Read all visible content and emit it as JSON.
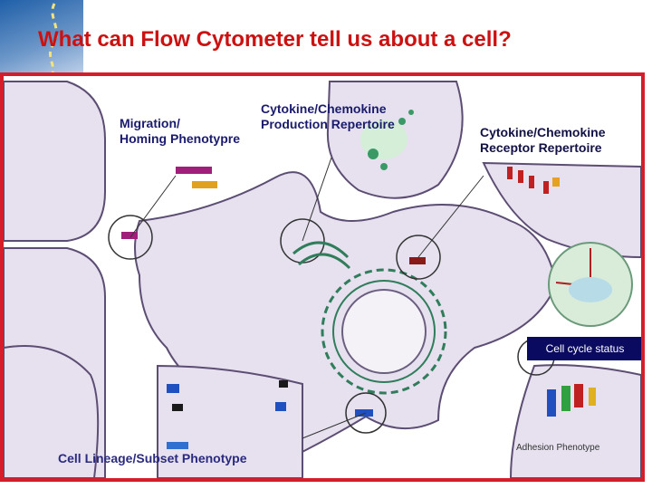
{
  "slide": {
    "title": "What can Flow Cytometer tell us about a cell?"
  },
  "diagram": {
    "labels": {
      "migration": "Migration/\nHoming Phenotypre",
      "cytokine_production": "Cytokine/Chemokine\nProduction Repertoire",
      "receptor_repertoire": "Cytokine/Chemokine\nReceptor Repertoire",
      "cell_cycle": "Cell cycle status",
      "lineage": "Cell Lineage/Subset Phenotype",
      "adhesion": "Adhesion Phenotype"
    }
  },
  "colors": {
    "title": "#cc1111",
    "frame": "#d41f2b",
    "cell_fill": "#e6e0ef",
    "label_text": "#1b1b6e",
    "cell_cycle_box": "#0a0a60"
  }
}
